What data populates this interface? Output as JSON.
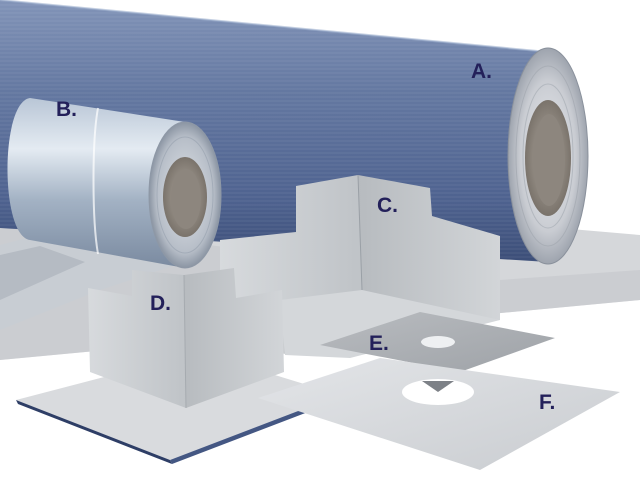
{
  "labels": {
    "a": "A.",
    "b": "B.",
    "c": "C.",
    "d": "D.",
    "e": "E.",
    "f": "F."
  },
  "colors": {
    "label_text": "#23205a",
    "large_roll": "#5d719a",
    "small_roll": "#a9b7c8",
    "corner_pieces": "#c9cdd1",
    "sheets": "#d9dbde"
  }
}
